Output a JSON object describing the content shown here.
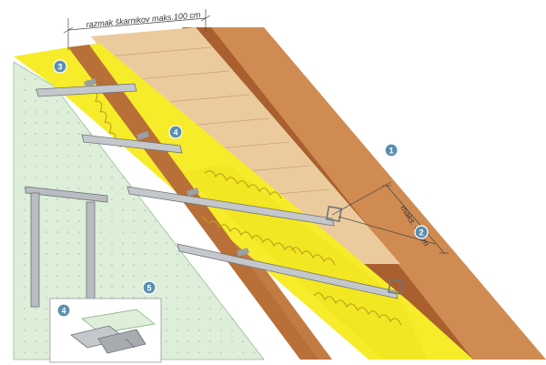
{
  "labels": {
    "rafter_spacing": "razmak škarnikov maks.100 cm",
    "profile_spacing": "maks. 40 cm"
  },
  "callouts": {
    "c1": "1",
    "c2": "2",
    "c3": "3",
    "c4a": "4",
    "c4b": "5",
    "c4inset": "4"
  },
  "colors": {
    "rafter": "#C8824A",
    "board": "#E9C79A",
    "insulation": "#F6EC2A",
    "drywall": "#DDEFD8",
    "profile": "#B9BDC2",
    "badge": "#5B8FAF"
  }
}
